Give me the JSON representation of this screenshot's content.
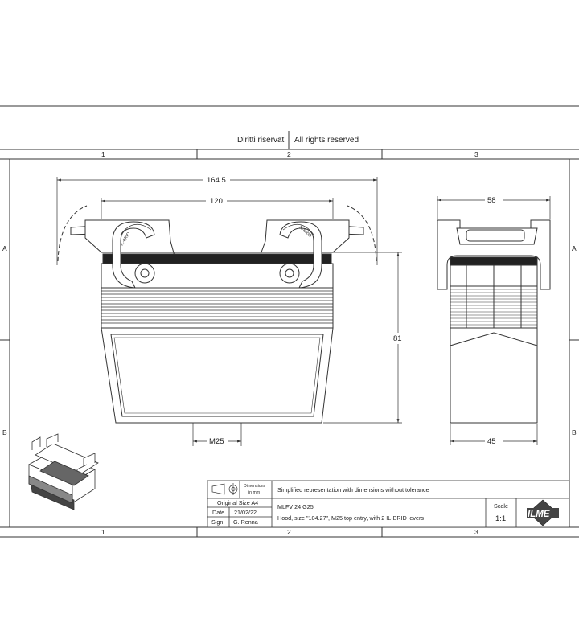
{
  "header": {
    "rights_it": "Diritti riservati",
    "rights_en": "All rights reserved"
  },
  "grid": {
    "columns": [
      "1",
      "2",
      "3"
    ],
    "rows": [
      "A",
      "B"
    ]
  },
  "dimensions": {
    "overall_width": "164.5",
    "inner_width": "120",
    "height": "81",
    "cable_entry": "M25",
    "side_top": "58",
    "side_bottom": "45"
  },
  "lever_text": "IL-BRID",
  "title_block": {
    "dimensions_note_line1": "Dimensions",
    "dimensions_note_line2": "in mm",
    "disclaimer": "Simplified representation with dimensions without tolerance",
    "original_size": "Original Size A4",
    "date_label": "Date",
    "date_value": "21/02/22",
    "sign_label": "Sign.",
    "sign_value": "G. Renna",
    "part_code": "MLFV 24 G25",
    "description": "Hood, size \"104.27\", M25 top entry, with 2 IL-BRID levers",
    "scale_label": "Scale",
    "scale_value": "1:1",
    "logo": "ILME"
  }
}
